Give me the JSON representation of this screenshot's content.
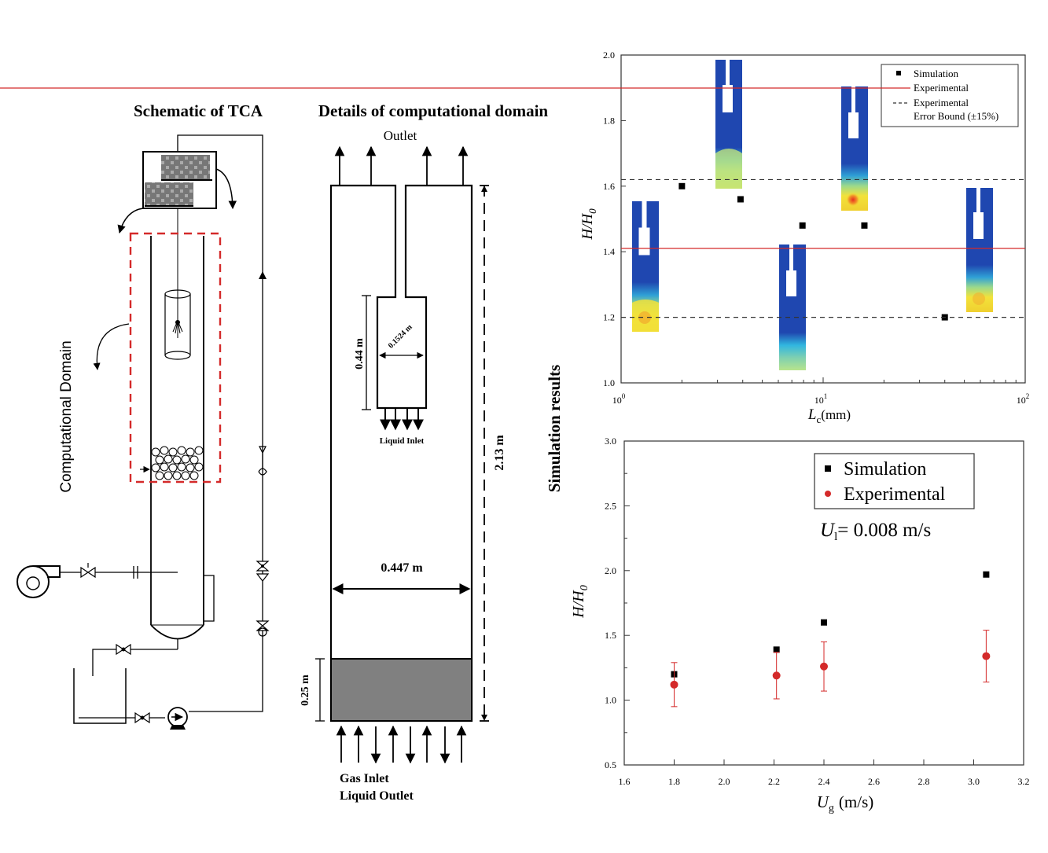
{
  "schematic": {
    "title": "Schematic of TCA",
    "domain_label": "Computational Domain"
  },
  "details": {
    "title": "Details of computational domain",
    "outlet_label": "Outlet",
    "dim_inner_height": "0.44 m",
    "dim_inner_width": "0.1524 m",
    "liquid_inlet": "Liquid Inlet",
    "dim_width": "0.447 m",
    "dim_total_height": "2.13 m",
    "dim_bed_height": "0.25 m",
    "gas_inlet": "Gas Inlet",
    "liquid_outlet": "Liquid Outlet"
  },
  "results_title": "Simulation results",
  "colors": {
    "simulation": "#000000",
    "experimental": "#d42a2a",
    "contour_blue": "#1f47b0",
    "contour_yellow": "#f2e23a",
    "bed_gray": "#808080"
  },
  "chart_top": {
    "legend": {
      "simulation": "Simulation",
      "experimental": "Experimental",
      "bound_line1": "Experimental",
      "bound_line2": "Error Bound (±15%)"
    },
    "ylabel_main": "H/H",
    "ylabel_sub": "0",
    "xlabel_main": "L",
    "xlabel_sub": "c",
    "xlabel_unit": "(mm)",
    "ytick_labels": [
      "1.0",
      "1.2",
      "1.4",
      "1.6",
      "1.8",
      "2.0"
    ],
    "xtick_exponents": [
      "0",
      "1",
      "2"
    ],
    "xtick_base": "10"
  },
  "chart_bottom": {
    "legend": {
      "simulation": "Simulation",
      "experimental": "Experimental"
    },
    "annotation_var": "U",
    "annotation_sub": "l",
    "annotation_value": "= 0.008 m/s",
    "ylabel_main": "H/H",
    "ylabel_sub": "0",
    "xlabel_main": "U",
    "xlabel_sub": "g",
    "xlabel_unit": "(m/s)",
    "ytick_labels": [
      "0.5",
      "1.0",
      "1.5",
      "2.0",
      "2.5",
      "3.0"
    ],
    "xtick_labels": [
      "1.6",
      "1.8",
      "2.0",
      "2.2",
      "2.4",
      "2.6",
      "2.8",
      "3.0",
      "3.2"
    ]
  },
  "chart_data": [
    {
      "type": "scatter",
      "x_scale": "log",
      "xlim": [
        1,
        100
      ],
      "ylim": [
        1.0,
        2.0
      ],
      "grid": false,
      "legend_position": "top-right",
      "series": [
        {
          "name": "Simulation",
          "marker": "square",
          "x": [
            2.0,
            3.9,
            7.9,
            16,
            40
          ],
          "y": [
            1.6,
            1.56,
            1.48,
            1.48,
            1.2
          ]
        },
        {
          "name": "Experimental",
          "style": "solid-line",
          "y": 1.41
        },
        {
          "name": "Experimental Error Bound (±15%)",
          "style": "dashed-line",
          "y": [
            1.2,
            1.62
          ]
        }
      ]
    },
    {
      "type": "scatter",
      "xlim": [
        1.6,
        3.2
      ],
      "ylim": [
        0.5,
        3.0
      ],
      "grid": false,
      "legend_position": "top-right",
      "series": [
        {
          "name": "Simulation",
          "marker": "square",
          "x": [
            1.8,
            2.21,
            2.4,
            3.05
          ],
          "y": [
            1.2,
            1.39,
            1.6,
            1.97
          ]
        },
        {
          "name": "Experimental",
          "marker": "circle",
          "x": [
            1.8,
            2.21,
            2.4,
            3.05
          ],
          "y": [
            1.12,
            1.19,
            1.26,
            1.34
          ],
          "error": [
            0.17,
            0.18,
            0.19,
            0.2
          ]
        }
      ]
    }
  ]
}
